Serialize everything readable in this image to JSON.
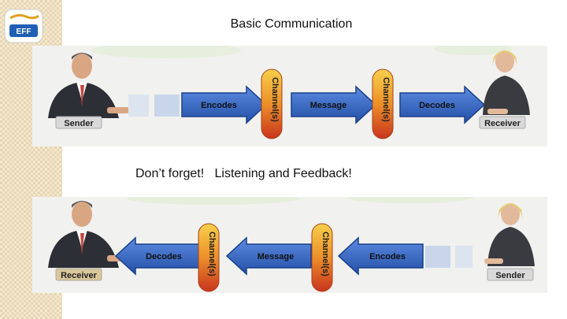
{
  "title": "Basic Communication",
  "reminder": {
    "prefix": "Don’t forget!",
    "text": "Listening and Feedback!"
  },
  "logo": {
    "text": "EFF",
    "icon": "eu-flag-logo-icon"
  },
  "top_flow": {
    "left_person": "Sender",
    "right_person": "Receiver",
    "arrow_1": "Encodes",
    "channel_1": "Channel(s)",
    "arrow_2": "Message",
    "channel_2": "Channel(s)",
    "arrow_3": "Decodes",
    "direction": "left-to-right"
  },
  "bottom_flow": {
    "left_person": "Receiver",
    "right_person": "Sender",
    "arrow_1": "Decodes",
    "channel_1": "Channel(s)",
    "arrow_2": "Message",
    "channel_2": "Channel(s)",
    "arrow_3": "Encodes",
    "direction": "right-to-left"
  },
  "colors": {
    "arrow_fill": "#2f63c4",
    "arrow_stroke": "#1a3f8a",
    "channel_top": "#f5c341",
    "channel_bottom": "#c8341d",
    "panel_bg": "#f1f1ef",
    "name_plate": "#d9d9d9"
  }
}
